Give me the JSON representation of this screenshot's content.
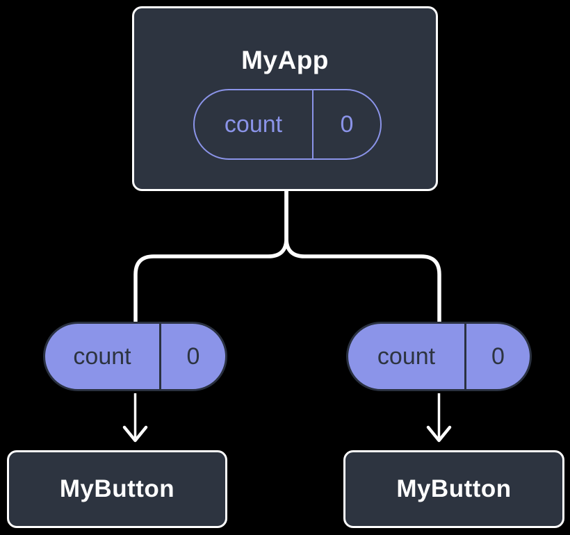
{
  "diagram": {
    "background_color": "#000000",
    "node_fill_color": "#2D3440",
    "node_border_color": "#FFFFFF",
    "accent_color": "#8B94E9",
    "text_light_color": "#FFFFFF",
    "text_dark_color": "#2D3440",
    "root": {
      "title": "MyApp",
      "state_pill": {
        "label": "count",
        "value": "0"
      }
    },
    "children": [
      {
        "title": "MyButton",
        "prop_pill": {
          "label": "count",
          "value": "0"
        }
      },
      {
        "title": "MyButton",
        "prop_pill": {
          "label": "count",
          "value": "0"
        }
      }
    ]
  }
}
